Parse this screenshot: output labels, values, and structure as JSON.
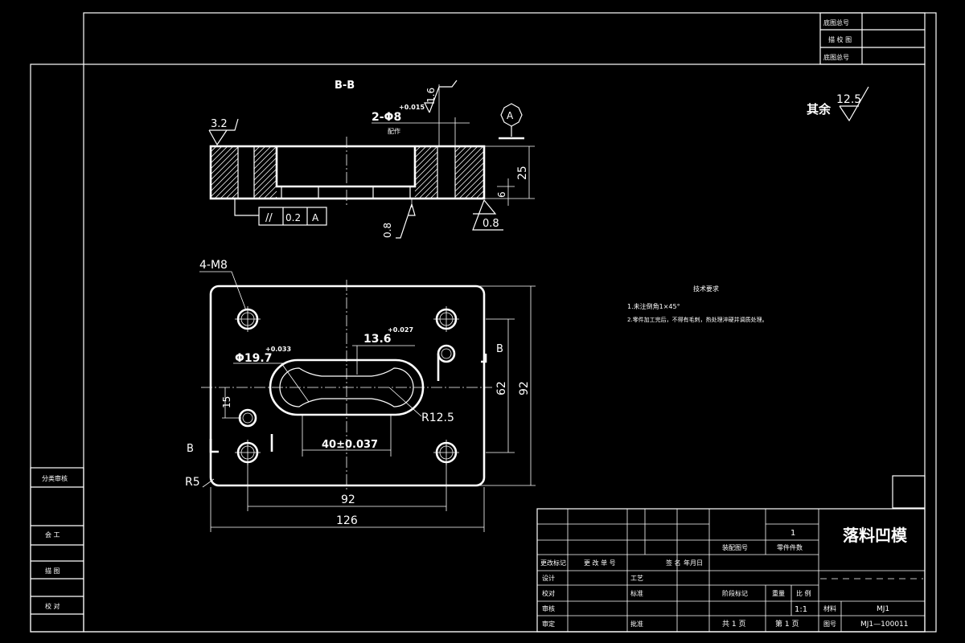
{
  "section": {
    "label": "B-B",
    "roughness_top": "1.6",
    "roughness_left": "3.2",
    "roughness_bottom": "0.8",
    "roughness_right": "0.8",
    "pin_hole": "2-Φ8",
    "pin_hole_tol": "+0.015",
    "pin_note": "配作",
    "datum": "A",
    "dim_25": "25",
    "dim_6": "6",
    "tolerance_symbol": "//",
    "tolerance_value": "0.2",
    "tolerance_datum": "A"
  },
  "plan": {
    "thread_holes": "4-M8",
    "dia_hole": "Φ19.7",
    "dia_hole_tol": "+0.033",
    "slot_width": "13.6",
    "slot_width_tol": "+0.027",
    "dim_15": "15",
    "dim_40": "40±0.037",
    "radius_slot": "R12.5",
    "dim_62": "62",
    "dim_92_v": "92",
    "dim_92_h": "92",
    "dim_126": "126",
    "radius_corner": "R5",
    "section_mark": "B"
  },
  "surface_rest": {
    "label": "其余",
    "value": "12.5"
  },
  "notes": {
    "title": "技术要求",
    "line1": "1.未注倒角1×45°",
    "line2": "2.零件加工完后，不得有毛刺，热处理淬硬并调质处理。"
  },
  "top_right_table": [
    "底图总号",
    "描 校 图",
    "底图总号"
  ],
  "left_column": [
    "分类审核",
    "会 工",
    "描 图",
    "校 对"
  ],
  "title_block": {
    "title": "落料凹模",
    "qty": "1",
    "qty_label1": "装配图号",
    "qty_label2": "零件件数",
    "change_row": [
      "更改标记",
      "更 改 单 号",
      "签 名",
      "年月日"
    ],
    "design": "设计",
    "process": "工艺",
    "check": "校对",
    "standard": "标准",
    "review": "审核",
    "approve": "审定",
    "approve2": "批准",
    "stage": "阶段标记",
    "weight": "重量",
    "scale_label": "比 例",
    "scale": "1:1",
    "material_label": "材料",
    "material": "MJ1",
    "sheets_total": "共 1 页",
    "sheet_no": "第 1 页",
    "drawing_no_label": "图号",
    "drawing_no": "MJ1—100011"
  }
}
